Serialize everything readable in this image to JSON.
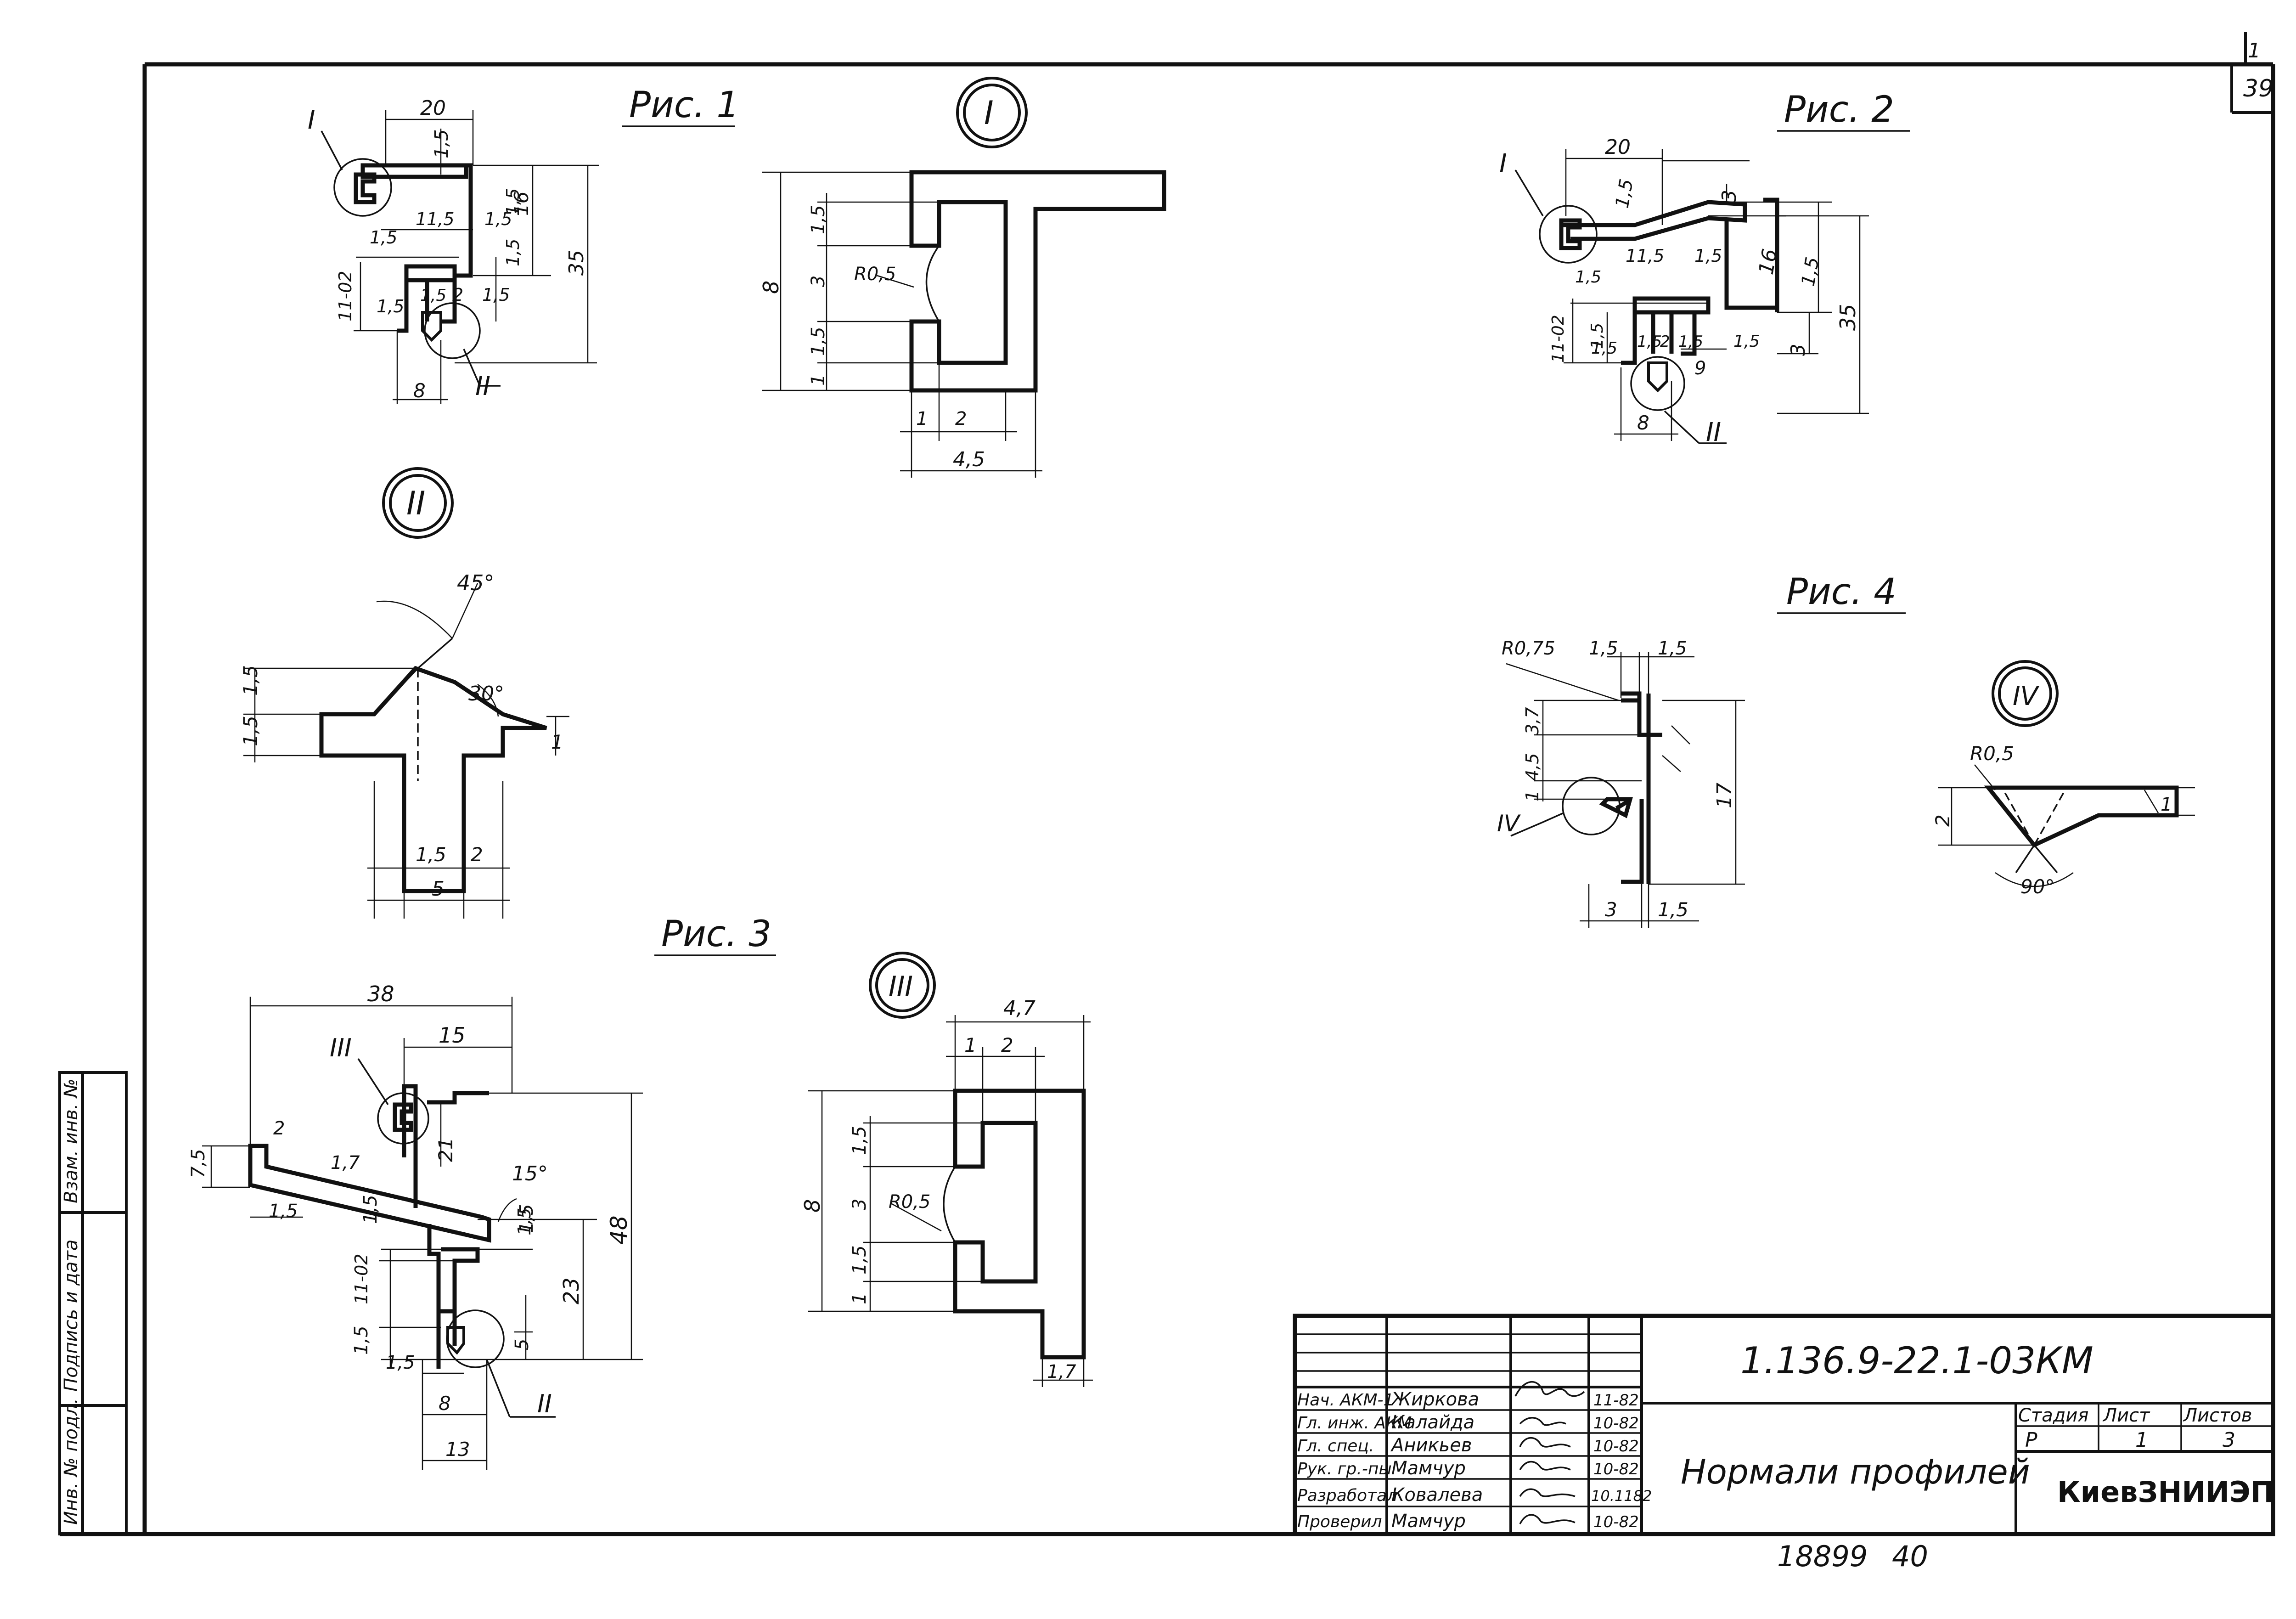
{
  "sheet": {
    "page_number": "39",
    "top_corner_mark": "1",
    "bottom_note": "18899",
    "bottom_note_2": "40"
  },
  "left_strip": {
    "inv_orig": "Инв. № подл.",
    "sign_date": "Подпись и дата",
    "inv_repl": "Взам. инв. №"
  },
  "figures": {
    "fig1": {
      "title": "Рис. 1",
      "callout_1": "I",
      "callout_2": "II",
      "dims": [
        "20",
        "1,5",
        "16",
        "35",
        "11,5",
        "1,5",
        "1,5",
        "1,5",
        "1,5",
        "2",
        "1,5",
        "1,5",
        "11-02",
        "1,5",
        "8"
      ]
    },
    "detail_1": {
      "label": "I",
      "dims": [
        "1,5",
        "3",
        "1,5",
        "1",
        "8",
        "R0,5",
        "1",
        "2",
        "4,5"
      ]
    },
    "detail_2": {
      "label": "II",
      "dims": [
        "45°",
        "30°",
        "1,5",
        "1,5",
        "1",
        "1,5",
        "2",
        "5"
      ]
    },
    "fig2": {
      "title": "Рис. 2",
      "callout_1": "I",
      "callout_2": "II",
      "dims": [
        "20",
        "1,5",
        "3",
        "11,5",
        "1,5",
        "1,5",
        "16",
        "1,5",
        "35",
        "11-02",
        "1,5",
        "1,5",
        "1,5",
        "2",
        "1,5",
        "1,5",
        "9",
        "3",
        "8"
      ]
    },
    "fig3": {
      "title": "Рис. 3",
      "callout_1": "III",
      "callout_2": "II",
      "dims": [
        "38",
        "15",
        "7,5",
        "2",
        "1,7",
        "21",
        "15°",
        "1,5",
        "1,5",
        "1,5",
        "48",
        "23",
        "11-02",
        "1,5",
        "1,5",
        "5",
        "1,5",
        "8",
        "13"
      ]
    },
    "detail_3": {
      "label": "III",
      "dims": [
        "4,7",
        "1",
        "2",
        "1,5",
        "3",
        "1,5",
        "1",
        "8",
        "R0,5",
        "1,7"
      ]
    },
    "fig4": {
      "title": "Рис. 4",
      "callout_1": "IV",
      "dims": [
        "R0,75",
        "1,5",
        "1,5",
        "3,7",
        "4,5",
        "1",
        "17",
        "3",
        "1,5"
      ]
    },
    "detail_4": {
      "label": "IV",
      "dims": [
        "R0,5",
        "2",
        "1",
        "90°"
      ]
    }
  },
  "title_block": {
    "doc_code": "1.136.9-22.1-03КМ",
    "title": "Нормали профилей",
    "org": "КиевЗНИИЭП",
    "stage_label": "Стадия",
    "sheet_label": "Лист",
    "sheets_label": "Листов",
    "stage_value": "Р",
    "sheet_value": "1",
    "sheets_value": "3",
    "rows": [
      {
        "role": "Нач. АКМ-1",
        "name": "Жиркова",
        "date": "11-82"
      },
      {
        "role": "Гл. инж. АКМ",
        "name": "Калайда",
        "date": "10-82"
      },
      {
        "role": "Гл. спец.",
        "name": "Аникьев",
        "date": "10-82"
      },
      {
        "role": "Рук. гр.-пы",
        "name": "Мамчур",
        "date": "10-82"
      },
      {
        "role": "Разработал",
        "name": "Ковалева",
        "date": "10.1182"
      },
      {
        "role": "Проверил",
        "name": "Мамчур",
        "date": "10-82"
      }
    ]
  }
}
